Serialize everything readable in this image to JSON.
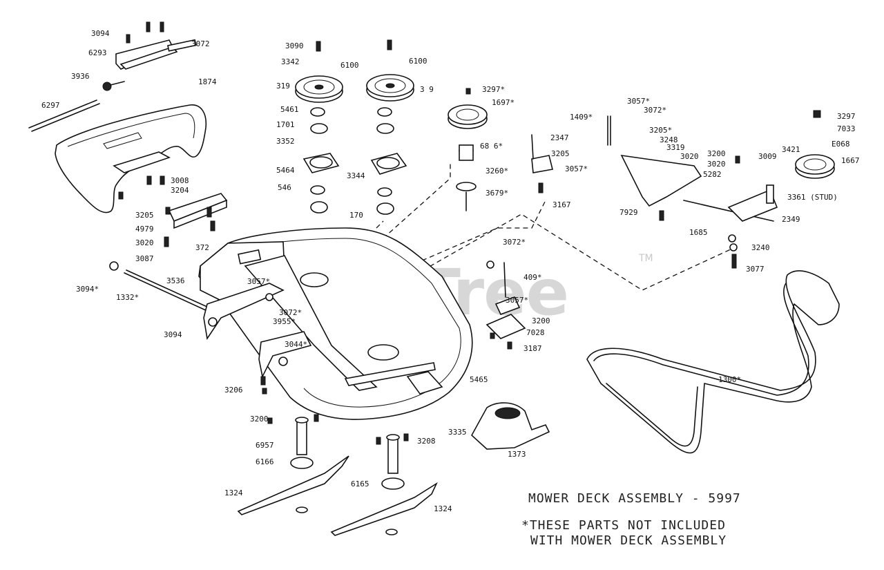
{
  "title": "MOWER DECK ASSEMBLY - 5997",
  "note_line1": "*THESE PARTS NOT INCLUDED",
  "note_line2": "WITH MOWER DECK ASSEMBLY",
  "watermark": "PartsTree",
  "watermark_tm": "TM",
  "part_labels": [
    "3094",
    "3072",
    "6293",
    "3936",
    "6297",
    "1874",
    "3008",
    "3204",
    "3205",
    "4979",
    "3020",
    "3087",
    "3090",
    "3342",
    "6100",
    "319",
    "5461",
    "1701",
    "3352",
    "5464",
    "3344",
    "546",
    "6100",
    "3 9",
    "170",
    "3297*",
    "1697*",
    "68 6*",
    "3260*",
    "3679*",
    "1409*",
    "3057*",
    "3072*",
    "3205*",
    "3248",
    "3319",
    "3020",
    "2347",
    "3205",
    "3057*",
    "3167",
    "7929",
    "3200",
    "3020",
    "5282",
    "3009",
    "3421",
    "3297",
    "7033",
    "E068",
    "1667",
    "3361 (STUD)",
    "2349",
    "1685",
    "3240",
    "3077",
    "372",
    "3536",
    "3057*",
    "3072*",
    "3955*",
    "3094*",
    "1332*",
    "3094",
    "3044*",
    "3206",
    "409*",
    "3200",
    "7028",
    "5465",
    "1300*",
    "3335",
    "1373",
    "6957",
    "6166",
    "1324",
    "6165",
    "1324",
    "3208",
    "3057*",
    "3072*",
    "3187",
    "3200"
  ]
}
